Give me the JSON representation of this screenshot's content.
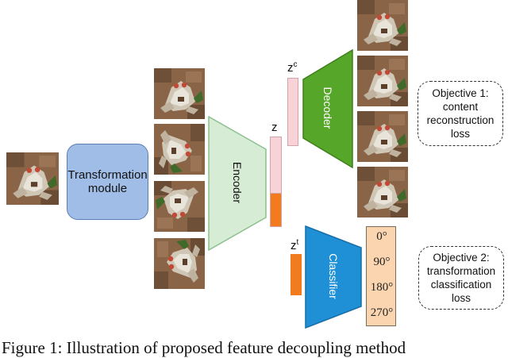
{
  "transformation_module": {
    "label_line1": "Transformation",
    "label_line2": "module"
  },
  "encoder": {
    "label": "Encoder"
  },
  "decoder": {
    "label": "Decoder"
  },
  "classifier": {
    "label": "Classifier"
  },
  "latents": {
    "z": "z",
    "zc_base": "z",
    "zc_sup": "c",
    "zt_base": "z",
    "zt_sup": "t"
  },
  "angles": [
    "0°",
    "90°",
    "180°",
    "270°"
  ],
  "objective1": {
    "line1": "Objective 1:",
    "line2": "content",
    "line3": "reconstruction",
    "line4": "loss"
  },
  "objective2": {
    "line1": "Objective 2:",
    "line2": "transformation",
    "line3": "classification",
    "line4": "loss"
  },
  "caption": "Figure 1: Illustration of proposed feature decoupling method",
  "colors": {
    "module_fill": "#9fbde6",
    "module_stroke": "#5b7fb0",
    "encoder_fill": "#d6ecd5",
    "encoder_stroke": "#8bbf8b",
    "decoder_fill": "#56a629",
    "decoder_stroke": "#3f7f1c",
    "classifier_fill": "#1f8fd6",
    "classifier_stroke": "#176ea8",
    "latent_pink": "#f7d2d6",
    "latent_orange": "#f27c1d",
    "angle_box": "#fbd5b0"
  }
}
